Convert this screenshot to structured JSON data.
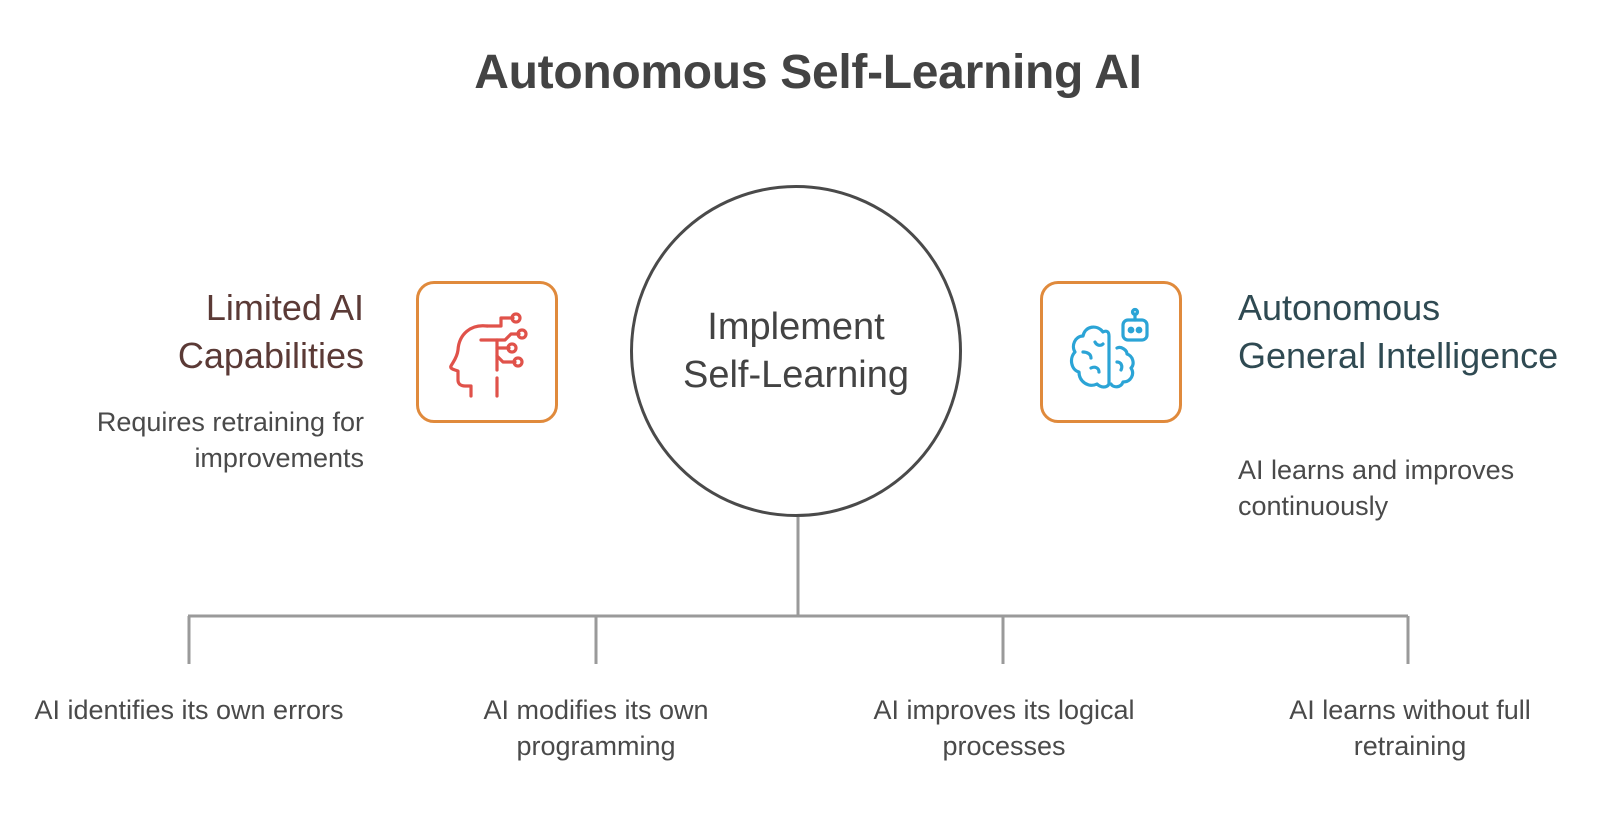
{
  "title": "Autonomous Self-Learning AI",
  "center": {
    "label": "Implement Self-Learning"
  },
  "left": {
    "title": "Limited AI Capabilities",
    "description": "Requires retraining for improvements",
    "icon": "head-circuit-icon",
    "icon_color": "#e0524a"
  },
  "right": {
    "title": "Autonomous General Intelligence",
    "description": "AI learns and improves continuously",
    "icon": "brain-robot-icon",
    "icon_color": "#2ba4d6"
  },
  "branches": [
    {
      "label": "AI identifies its own errors"
    },
    {
      "label": "AI modifies its own programming"
    },
    {
      "label": "AI improves its logical processes"
    },
    {
      "label": "AI learns without full retraining"
    }
  ],
  "colors": {
    "box_border": "#e08a3c",
    "connector": "#9a9a9a",
    "circle_border": "#4a4a4a"
  }
}
